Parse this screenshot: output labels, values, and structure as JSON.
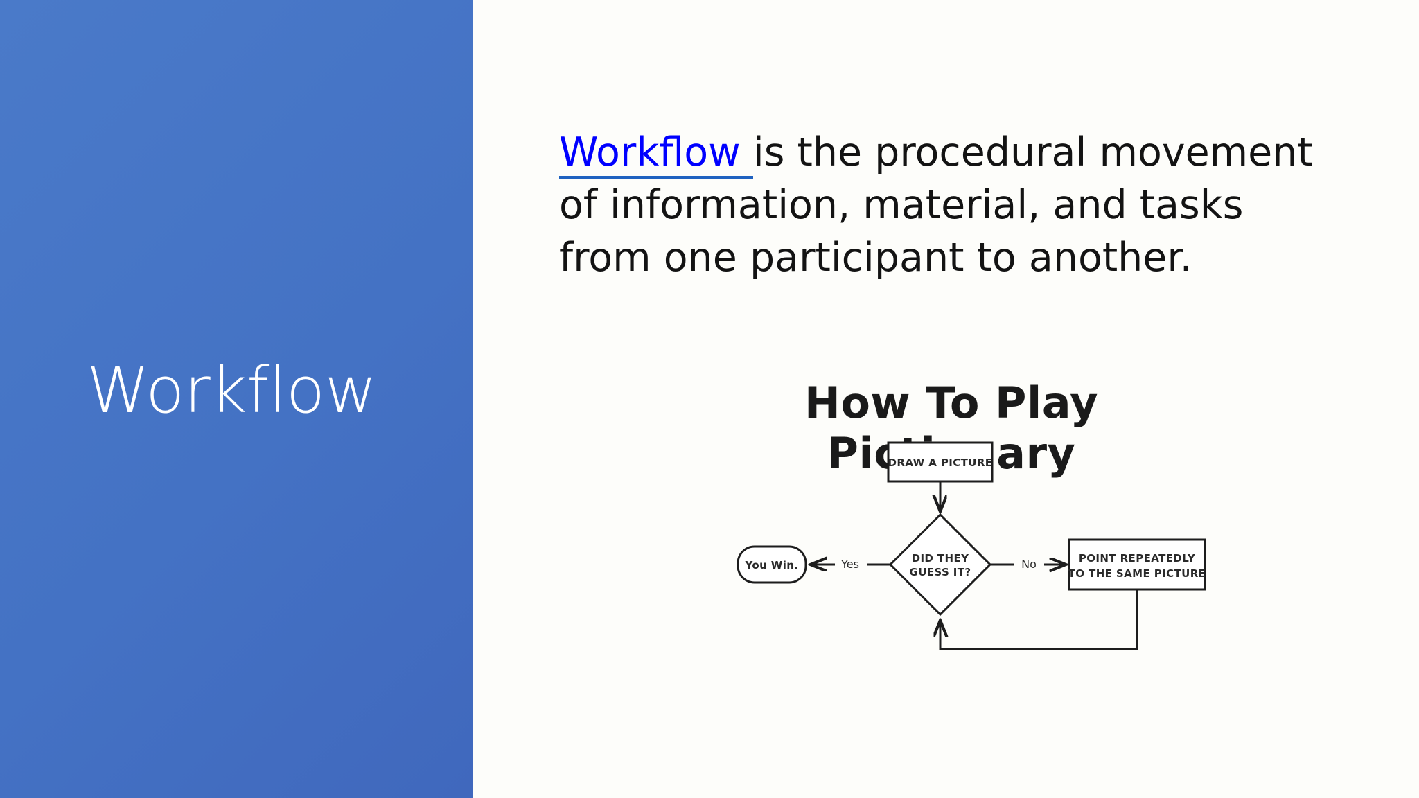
{
  "slide": {
    "title": "Workflow",
    "background_color": "#FDFDFA",
    "sidebar_color": "#4472C4",
    "title_color": "#FFFFFF"
  },
  "body": {
    "link_text": "Workflow ",
    "link_color": "#0000FF",
    "rest_text": "is the procedural movement of information, material, and tasks from one participant to another.",
    "full_text": "Workflow is the procedural movement of information, material, and tasks from one participant to another."
  },
  "figure": {
    "title": "How To Play Pictionary",
    "nodes": {
      "start": "DRAW A PICTURE",
      "decision": "DID THEY GUESS IT?",
      "decision_line1": "DID THEY",
      "decision_line2": "GUESS IT?",
      "win": "You Win.",
      "point_line1": "POINT REPEATEDLY",
      "point_line2": "TO THE SAME PICTURE"
    },
    "edge_labels": {
      "yes": "Yes",
      "no": "No"
    }
  }
}
